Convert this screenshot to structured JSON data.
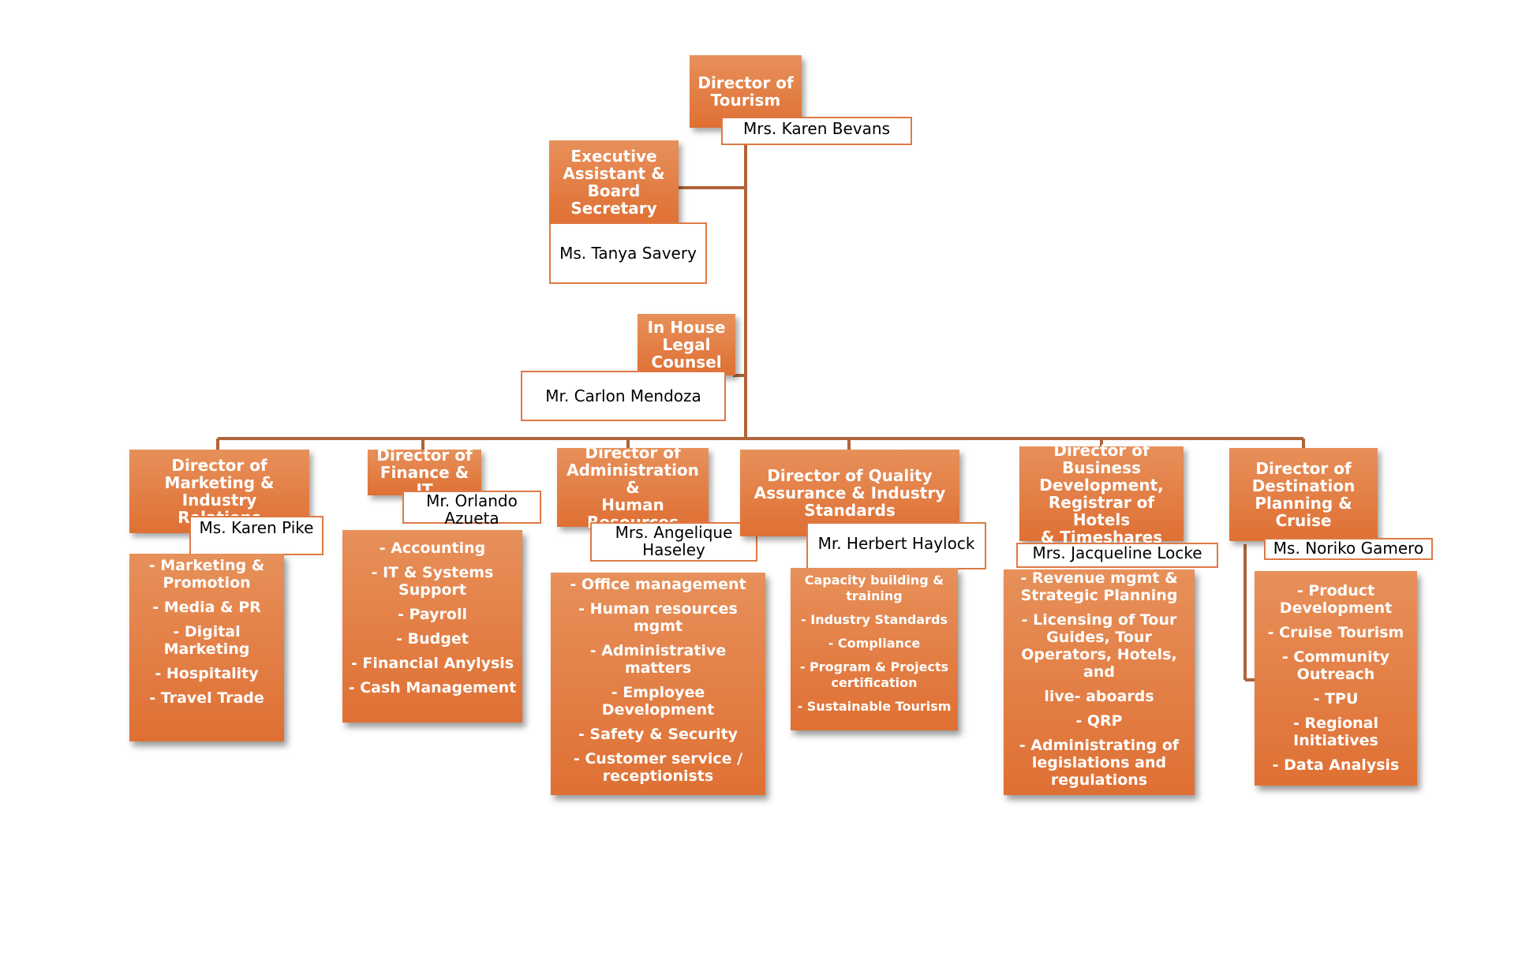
{
  "top": {
    "role": [
      "Director of",
      "Tourism"
    ],
    "name": [
      "Mrs. Karen Bevans"
    ]
  },
  "assistant": {
    "role": [
      "Executive",
      "Assistant &",
      "Board",
      "Secretary"
    ],
    "name": [
      "Ms. Tanya Savery"
    ]
  },
  "legal": {
    "role": [
      "In House",
      "Legal",
      "Counsel"
    ],
    "name": [
      "Mr. Carlon Mendoza"
    ]
  },
  "departments": [
    {
      "role": [
        "Director of",
        "Marketing & Industry",
        "Relations"
      ],
      "name": [
        "Ms. Karen Pike"
      ],
      "duties": [
        "- Marketing & Promotion",
        "- Media & PR",
        "- Digital Marketing",
        "- Hospitality",
        "- Travel Trade"
      ]
    },
    {
      "role": [
        "Director of",
        "Finance & IT"
      ],
      "name": [
        "Mr. Orlando",
        "Azueta"
      ],
      "duties": [
        "- Accounting",
        "- IT & Systems Support",
        "- Payroll",
        "- Budget",
        "- Financial Anylysis",
        "- Cash Management"
      ]
    },
    {
      "role": [
        "Director of",
        "Administration &",
        "Human",
        "Resources"
      ],
      "name": [
        "Mrs. Angelique",
        "Haseley"
      ],
      "duties": [
        "- Office management",
        "- Human resources mgmt",
        "- Administrative matters",
        "- Employee Development",
        "- Safety & Security",
        "- Customer service / receptionists"
      ]
    },
    {
      "role": [
        "Director of Quality",
        "Assurance & Industry",
        "Standards"
      ],
      "name": [
        "Mr. Herbert Haylock"
      ],
      "duties": [
        "Capacity building & training",
        "- Industry Standards",
        "- Compliance",
        "- Program & Projects certification",
        "- Sustainable Tourism"
      ]
    },
    {
      "role": [
        "Director of",
        "Business",
        "Development,",
        "Registrar of Hotels",
        "& Timeshares"
      ],
      "name": [
        "Mrs. Jacqueline Locke"
      ],
      "duties": [
        "- Revenue mgmt & Strategic Planning",
        "- Licensing of Tour Guides, Tour Operators, Hotels, and",
        "live- aboards",
        "- QRP",
        "- Administrating of legislations  and regulations"
      ]
    },
    {
      "role": [
        "Director of",
        "Destination",
        "Planning &",
        "Cruise"
      ],
      "name": [
        "Ms. Noriko Gamero"
      ],
      "duties": [
        "- Product Development",
        "- Cruise Tourism",
        "- Community Outreach",
        "- TPU",
        "- Regional Initiatives",
        "- Data Analysis"
      ]
    }
  ]
}
